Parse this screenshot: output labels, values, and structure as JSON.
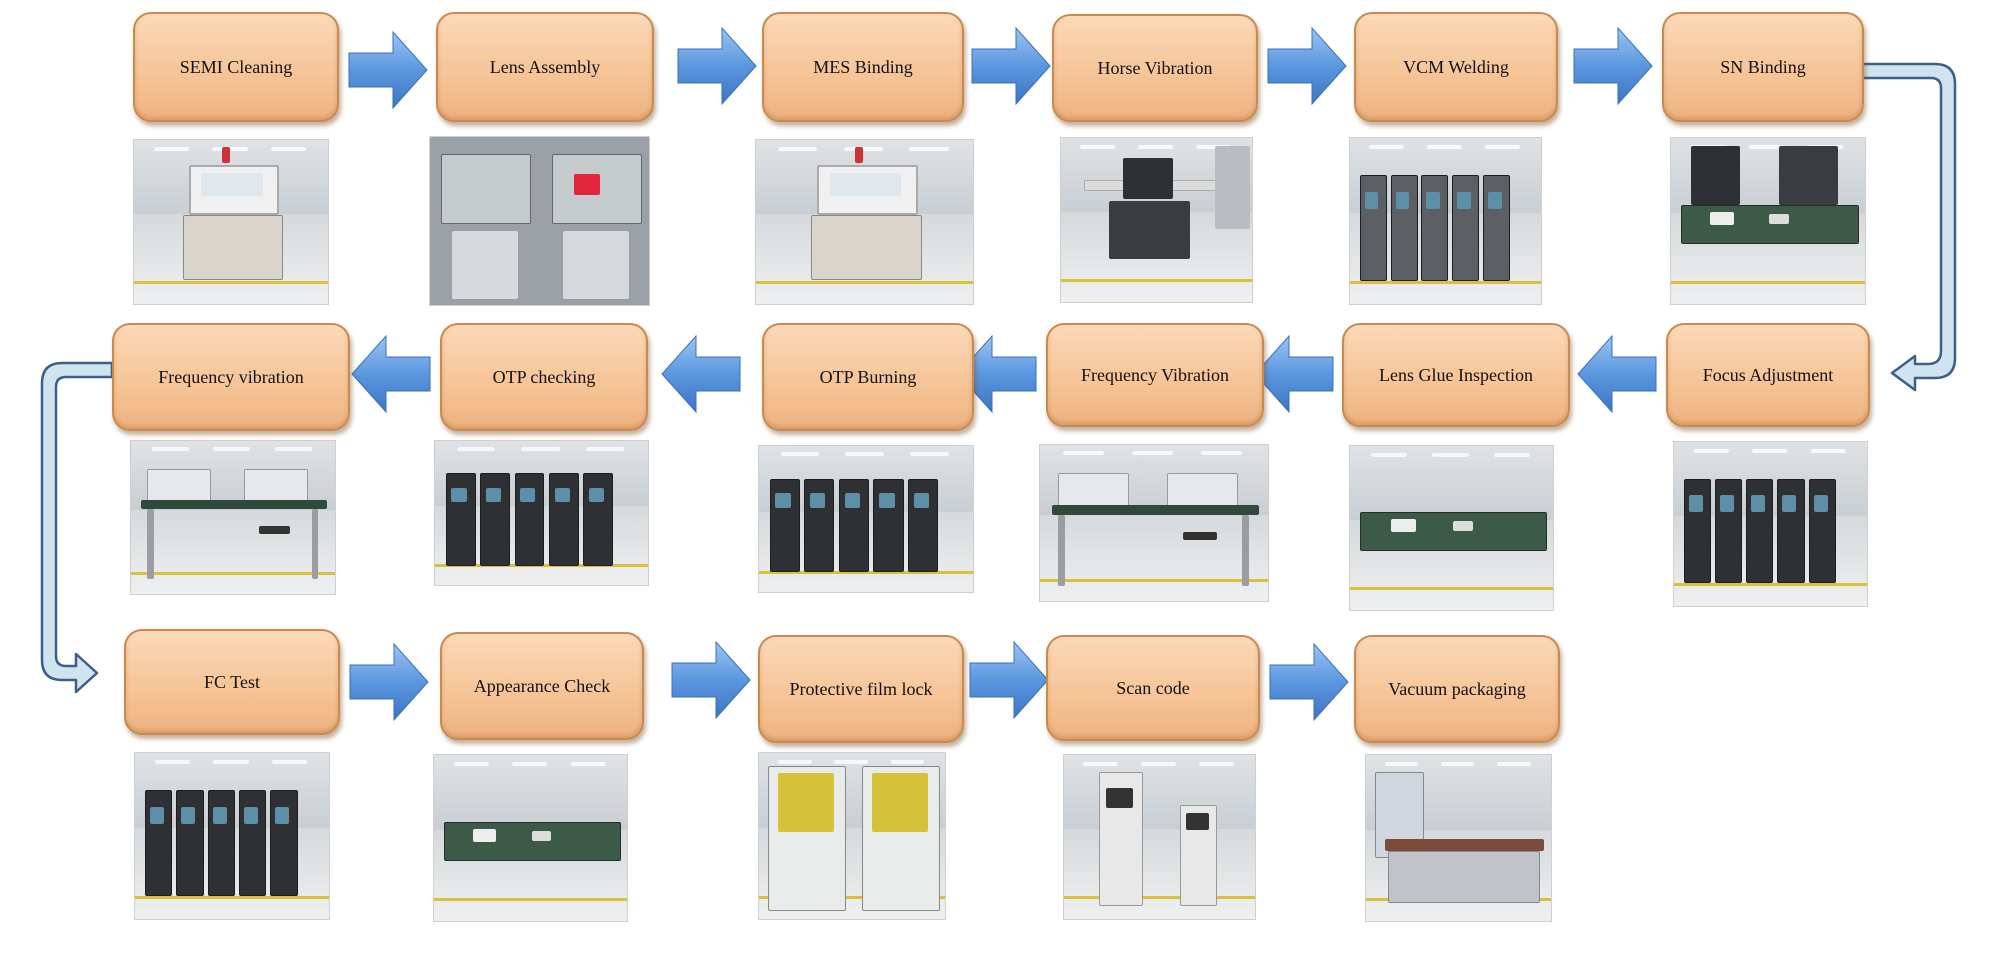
{
  "colors": {
    "box_fill": "#f6c598",
    "box_border": "#c98a4e",
    "arrow_fill": "#4f8fd9",
    "connector_fill": "#cfe4ef",
    "connector_stroke": "#3d5f8a"
  },
  "steps": [
    {
      "id": "semi-cleaning",
      "label": "SEMI Cleaning",
      "photo": "lab-machine-photo"
    },
    {
      "id": "lens-assembly",
      "label": "Lens Assembly",
      "photo": "closeup-machine-photo"
    },
    {
      "id": "mes-binding",
      "label": "MES Binding",
      "photo": "lab-machine-photo"
    },
    {
      "id": "horse-vibration",
      "label": "Horse Vibration",
      "photo": "vibration-table-photo"
    },
    {
      "id": "vcm-welding",
      "label": "VCM Welding",
      "photo": "welding-line-photo"
    },
    {
      "id": "sn-binding",
      "label": "SN Binding",
      "photo": "workbench-photo"
    },
    {
      "id": "focus-adjustment",
      "label": "Focus Adjustment",
      "photo": "equipment-cabinet-photo"
    },
    {
      "id": "lens-glue-inspection",
      "label": "Lens Glue Inspection",
      "photo": "inspection-table-photo"
    },
    {
      "id": "frequency-vibration",
      "label": "Frequency Vibration",
      "photo": "vibration-bench-photo"
    },
    {
      "id": "otp-burning",
      "label": "OTP Burning",
      "photo": "equipment-cabinet-photo"
    },
    {
      "id": "otp-checking",
      "label": "OTP checking",
      "photo": "equipment-cabinet-photo"
    },
    {
      "id": "frequency-vibration-2",
      "label": "Frequency vibration",
      "photo": "vibration-bench-photo"
    },
    {
      "id": "fc-test",
      "label": "FC Test",
      "photo": "test-line-photo"
    },
    {
      "id": "appearance-check",
      "label": "Appearance Check",
      "photo": "inspection-table-photo"
    },
    {
      "id": "protective-film-lock",
      "label": "Protective film lock",
      "photo": "film-machine-photo"
    },
    {
      "id": "scan-code",
      "label": "Scan code",
      "photo": "scanner-station-photo"
    },
    {
      "id": "vacuum-packaging",
      "label": "Vacuum packaging",
      "photo": "packaging-machine-photo"
    }
  ]
}
